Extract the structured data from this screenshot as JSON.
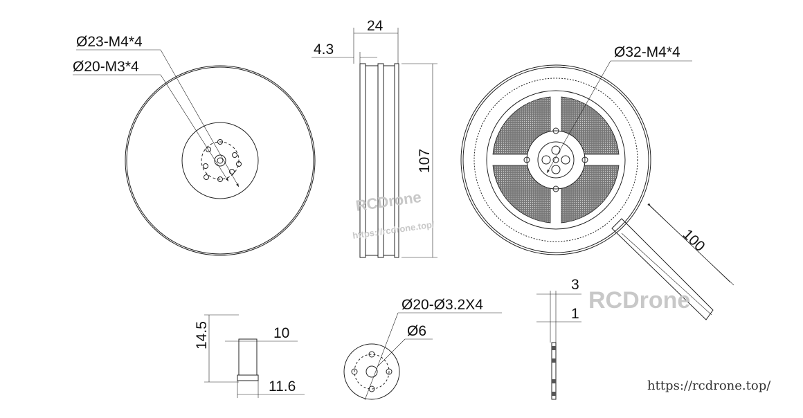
{
  "labels": {
    "front_thread_outer": "Ø23-M4*4",
    "front_thread_inner": "Ø20-M3*4",
    "width": "24",
    "flange": "4.3",
    "height": "107",
    "back_thread": "Ø32-M4*4",
    "cable_length": "100",
    "shaft_height": "14.5",
    "shaft_dia_top": "10",
    "shaft_dia_bottom": "11.6",
    "adapter_holes": "Ø20-Ø3.2X4",
    "adapter_bore": "Ø6",
    "section_thickness": "3",
    "section_step": "1"
  },
  "watermarks": {
    "brand": "RCDrone",
    "url_small": "https://rcdrone.top/",
    "url_footer": "https://rcdrone.top/"
  },
  "colors": {
    "line": "#222222",
    "watermark": "#c8c8c8",
    "mesh": "#555555"
  }
}
